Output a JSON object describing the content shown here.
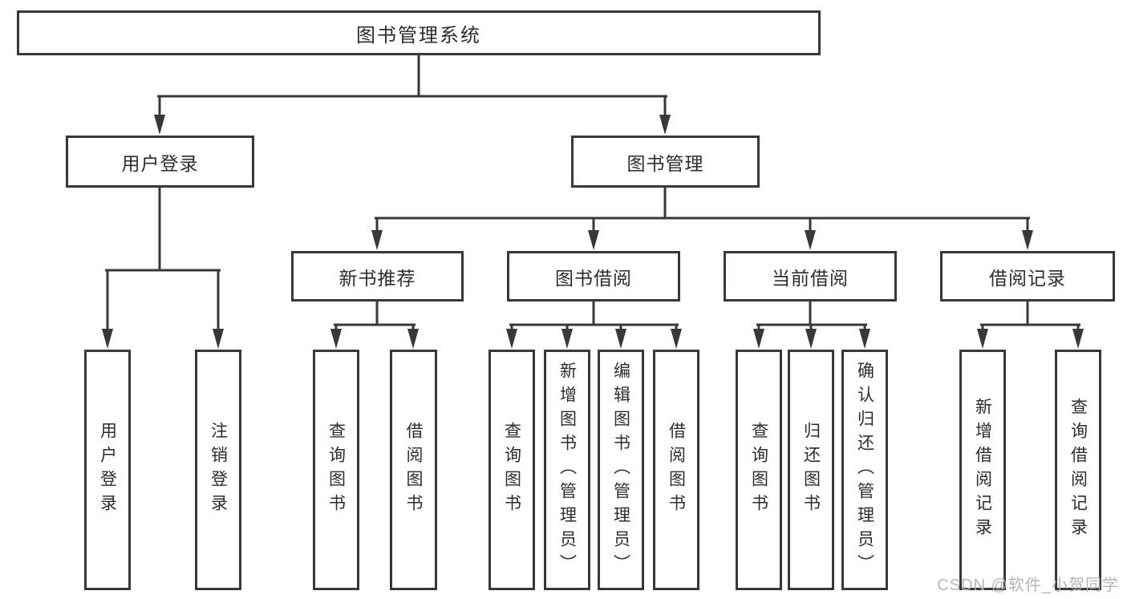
{
  "tree": {
    "label": "图书管理系统",
    "children": [
      {
        "label": "用户登录",
        "children": [
          {
            "label": "用户登录"
          },
          {
            "label": "注销登录"
          }
        ]
      },
      {
        "label": "图书管理",
        "children": [
          {
            "label": "新书推荐",
            "children": [
              {
                "label": "查询图书"
              },
              {
                "label": "借阅图书"
              }
            ]
          },
          {
            "label": "图书借阅",
            "children": [
              {
                "label": "查询图书"
              },
              {
                "label": "新增图书（管理员）"
              },
              {
                "label": "编辑图书（管理员）"
              },
              {
                "label": "借阅图书"
              }
            ]
          },
          {
            "label": "当前借阅",
            "children": [
              {
                "label": "查询图书"
              },
              {
                "label": "归还图书"
              },
              {
                "label": "确认归还（管理员）"
              }
            ]
          },
          {
            "label": "借阅记录",
            "children": [
              {
                "label": "新增借阅记录"
              },
              {
                "label": "查询借阅记录"
              }
            ]
          }
        ]
      }
    ]
  },
  "watermark": {
    "text": "CSDN @软件_小贺同学"
  },
  "colors": {
    "line": "#383838",
    "text": "#2d2d2d",
    "watermark": "#b3b3b3",
    "background": "#ffffff"
  }
}
